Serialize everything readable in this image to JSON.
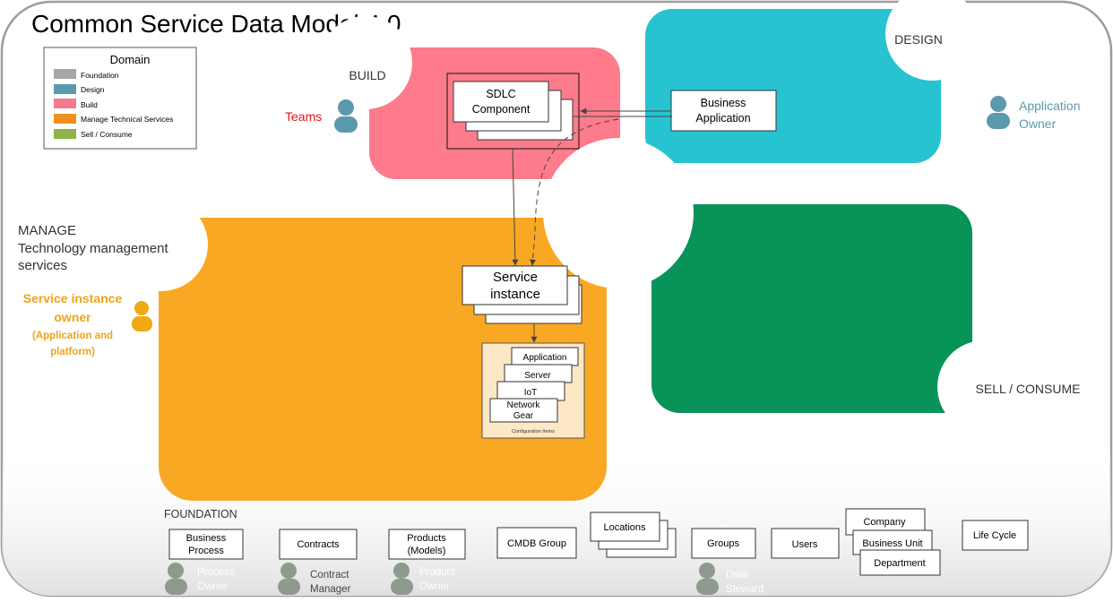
{
  "title": "Common Service Data Model 4.0",
  "legend": {
    "heading": "Domain",
    "items": [
      {
        "label": "Foundation",
        "color": "#a6a6a6"
      },
      {
        "label": "Design",
        "color": "#5b99ad"
      },
      {
        "label": "Build",
        "color": "#f47a8c"
      },
      {
        "label": "Manage Technical Services",
        "color": "#f0901e"
      },
      {
        "label": "Sell / Consume",
        "color": "#8fb24a"
      }
    ]
  },
  "regions": {
    "build": {
      "label": "BUILD",
      "color": "#fd7b8b"
    },
    "design": {
      "label": "DESIGN",
      "color": "#27c3d0"
    },
    "manage": {
      "line1": "MANAGE",
      "line2": "Technology management",
      "line3": "services",
      "color": "#f9a824"
    },
    "sell": {
      "label": "SELL / CONSUME",
      "color": "#089358"
    },
    "foundation": {
      "label": "FOUNDATION"
    }
  },
  "roles": {
    "teams": "Teams",
    "app_owner_line1": "Application",
    "app_owner_line2": "Owner",
    "sio_line1": "Service instance",
    "sio_line2": "owner",
    "sio_line3": "(Application and",
    "sio_line4": "platform)"
  },
  "entities": {
    "sdlc_line1": "SDLC",
    "sdlc_line2": "Component",
    "bizapp_line1": "Business",
    "bizapp_line2": "Application",
    "svc_line1": "Service",
    "svc_line2": "instance",
    "ci_application": "Application",
    "ci_server": "Server",
    "ci_iot": "IoT",
    "ci_netgear_line1": "Network",
    "ci_netgear_line2": "Gear",
    "ci_caption": "Configuration Items"
  },
  "foundation": {
    "bp_line1": "Business",
    "bp_line2": "Process",
    "contracts": "Contracts",
    "products_line1": "Products",
    "products_line2": "(Models)",
    "cmdb_group": "CMDB Group",
    "locations": "Locations",
    "groups": "Groups",
    "users": "Users",
    "company": "Company",
    "business_unit": "Business Unit",
    "department": "Department",
    "life_cycle": "Life Cycle",
    "po_line1": "Process",
    "po_line2": "Owner",
    "cm_line1": "Contract",
    "cm_line2": "Manager",
    "pro_line1": "Product",
    "pro_line2": "Owner",
    "ds_line1": "Data",
    "ds_line2": "Steward"
  },
  "colors": {
    "person_blue": "#5b99ad",
    "person_orange": "#f0a912",
    "person_gray": "#8e9a8e",
    "teams_red": "#e8141b",
    "app_owner_text": "#5b99ad",
    "sio_text": "#f0a318"
  }
}
